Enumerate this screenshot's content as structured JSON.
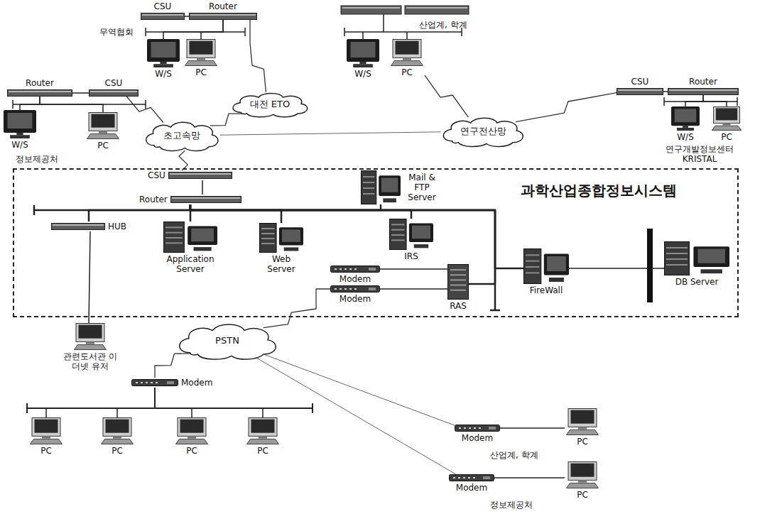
{
  "diagram": {
    "nodes": [
      {
        "text": [
          "과학산업종합정보시스템"
        ]
      },
      {
        "text": [
          "Router"
        ]
      },
      {
        "text": [
          "CSU"
        ]
      },
      {
        "text": [
          "W/S"
        ]
      },
      {
        "text": [
          "PC"
        ]
      },
      {
        "text": [
          "CSU"
        ]
      },
      {
        "text": [
          "Router"
        ]
      },
      {
        "text": [
          "W/S"
        ]
      },
      {
        "text": [
          "PC"
        ]
      },
      {
        "text": [
          "W/S"
        ]
      },
      {
        "text": [
          "PC"
        ]
      },
      {
        "text": [
          "CSU"
        ]
      },
      {
        "text": [
          "Router"
        ]
      },
      {
        "text": [
          "W/S"
        ]
      },
      {
        "text": [
          "PC"
        ]
      },
      {
        "text": [
          "대전 ETO"
        ]
      },
      {
        "text": [
          "초고속망"
        ]
      },
      {
        "text": [
          "연구전산망"
        ]
      },
      {
        "text": [
          "CSU"
        ],
        "in": 0
      },
      {
        "text": [
          "Router"
        ],
        "in": 0
      },
      {
        "text": [
          "Mail & FTP Server"
        ],
        "in": 0
      },
      {
        "text": [
          "HUB"
        ],
        "in": 0
      },
      {
        "text": [
          "Application Server"
        ],
        "in": 0
      },
      {
        "text": [
          "Web Server"
        ],
        "in": 0
      },
      {
        "text": [
          "IRS"
        ],
        "in": 0
      },
      {
        "text": [
          "Modem"
        ],
        "in": 0
      },
      {
        "text": [
          "Modem"
        ],
        "in": 0
      },
      {
        "text": [
          "RAS"
        ],
        "in": 0
      },
      {
        "text": [
          "FireWall"
        ],
        "in": 0
      },
      {
        "text": [
          "DB Server"
        ],
        "in": 0
      },
      {
        "text": [
          "관련도서관 이더넷 유저"
        ]
      },
      {
        "text": [
          "PSTN"
        ]
      },
      {
        "text": [
          "Modem"
        ]
      },
      {
        "text": [
          "PC"
        ]
      },
      {
        "text": [
          "PC"
        ]
      },
      {
        "text": [
          "PC"
        ]
      },
      {
        "text": [
          "PC"
        ]
      },
      {
        "text": [
          "Modem"
        ]
      },
      {
        "text": [
          "PC"
        ]
      },
      {
        "text": [
          "Modem"
        ]
      },
      {
        "text": [
          "PC"
        ]
      }
    ],
    "edges": [
      {
        "from": 1,
        "to": 2,
        "arrow": "none"
      },
      {
        "from": 1,
        "to": 3,
        "arrow": "none"
      },
      {
        "from": 1,
        "to": 4,
        "arrow": "none"
      },
      {
        "from": 2,
        "to": 16,
        "arrow": "none"
      },
      {
        "from": 5,
        "to": 6,
        "arrow": "none"
      },
      {
        "from": 6,
        "to": 7,
        "arrow": "none"
      },
      {
        "from": 6,
        "to": 8,
        "arrow": "none"
      },
      {
        "from": 6,
        "to": 15,
        "arrow": "none"
      },
      {
        "from": 16,
        "to": 15,
        "arrow": "none"
      },
      {
        "from": 16,
        "to": 17,
        "arrow": "none"
      },
      {
        "from": 10,
        "to": 17,
        "arrow": "none"
      },
      {
        "from": 17,
        "to": 11,
        "arrow": "none"
      },
      {
        "from": 11,
        "to": 12,
        "arrow": "none"
      },
      {
        "from": 12,
        "to": 13,
        "arrow": "none"
      },
      {
        "from": 12,
        "to": 14,
        "arrow": "none"
      },
      {
        "from": 16,
        "to": 18,
        "arrow": "none"
      },
      {
        "from": 18,
        "to": 19,
        "arrow": "none"
      },
      {
        "from": 19,
        "to": 20,
        "arrow": "none"
      },
      {
        "from": 19,
        "to": 21,
        "arrow": "none"
      },
      {
        "from": 19,
        "to": 22,
        "arrow": "none"
      },
      {
        "from": 19,
        "to": 23,
        "arrow": "none"
      },
      {
        "from": 19,
        "to": 24,
        "arrow": "none"
      },
      {
        "from": 19,
        "to": 27,
        "arrow": "none"
      },
      {
        "from": 19,
        "to": 28,
        "arrow": "none"
      },
      {
        "from": 28,
        "to": 29,
        "arrow": "none"
      },
      {
        "from": 21,
        "to": 30,
        "arrow": "none"
      },
      {
        "from": 27,
        "to": 25,
        "arrow": "none"
      },
      {
        "from": 27,
        "to": 26,
        "arrow": "none"
      },
      {
        "from": 31,
        "to": 26,
        "arrow": "none"
      },
      {
        "from": 31,
        "to": 32,
        "arrow": "none"
      },
      {
        "from": 32,
        "to": 33,
        "arrow": "none"
      },
      {
        "from": 32,
        "to": 34,
        "arrow": "none"
      },
      {
        "from": 32,
        "to": 35,
        "arrow": "none"
      },
      {
        "from": 32,
        "to": 36,
        "arrow": "none"
      },
      {
        "from": 31,
        "to": 37,
        "arrow": "none"
      },
      {
        "from": 37,
        "to": 38,
        "arrow": "none"
      },
      {
        "from": 31,
        "to": 39,
        "arrow": "none"
      },
      {
        "from": 39,
        "to": 40,
        "arrow": "none"
      }
    ],
    "labels": [
      "무역협회",
      "산업계, 학계",
      "정보제공처",
      "연구개발정보센터 KRISTAL",
      "산업계, 학계",
      "정보제공처"
    ]
  }
}
